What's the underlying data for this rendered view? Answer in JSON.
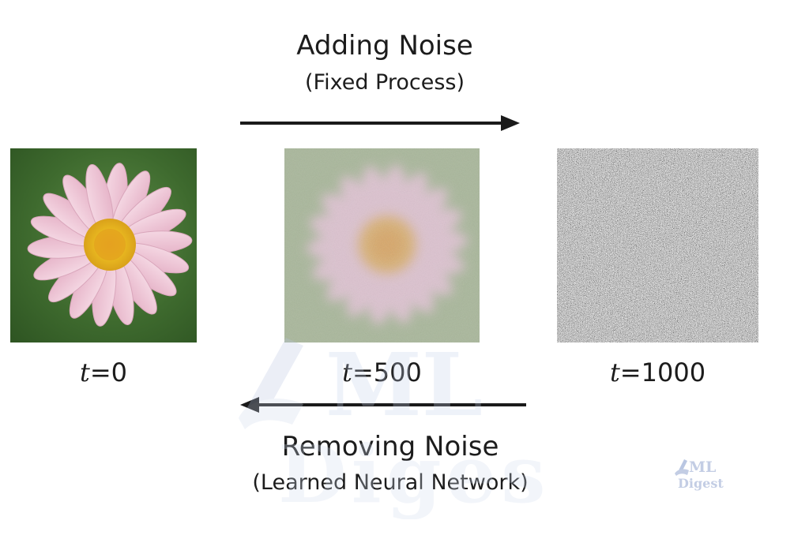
{
  "forward": {
    "title": "Adding Noise",
    "subtitle": "(Fixed Process)"
  },
  "reverse": {
    "title": "Removing Noise",
    "subtitle": "(Learned Neural Network)"
  },
  "timesteps": [
    {
      "var": "t",
      "value": "=0"
    },
    {
      "var": "t",
      "value": "=500"
    },
    {
      "var": "t",
      "value": "=1000"
    }
  ],
  "watermark": {
    "big_text": "ML",
    "big_sub": "Digest",
    "small_text": "ML",
    "small_sub": "Digest"
  },
  "colors": {
    "text": "#1c1c1c",
    "leaf_green": "#3f6f2f",
    "petal_pink": "#f1c9d9",
    "center_yellow": "#e7b21a",
    "noise_gray": "#8c8c8c",
    "watermark": "#c3cde4"
  }
}
